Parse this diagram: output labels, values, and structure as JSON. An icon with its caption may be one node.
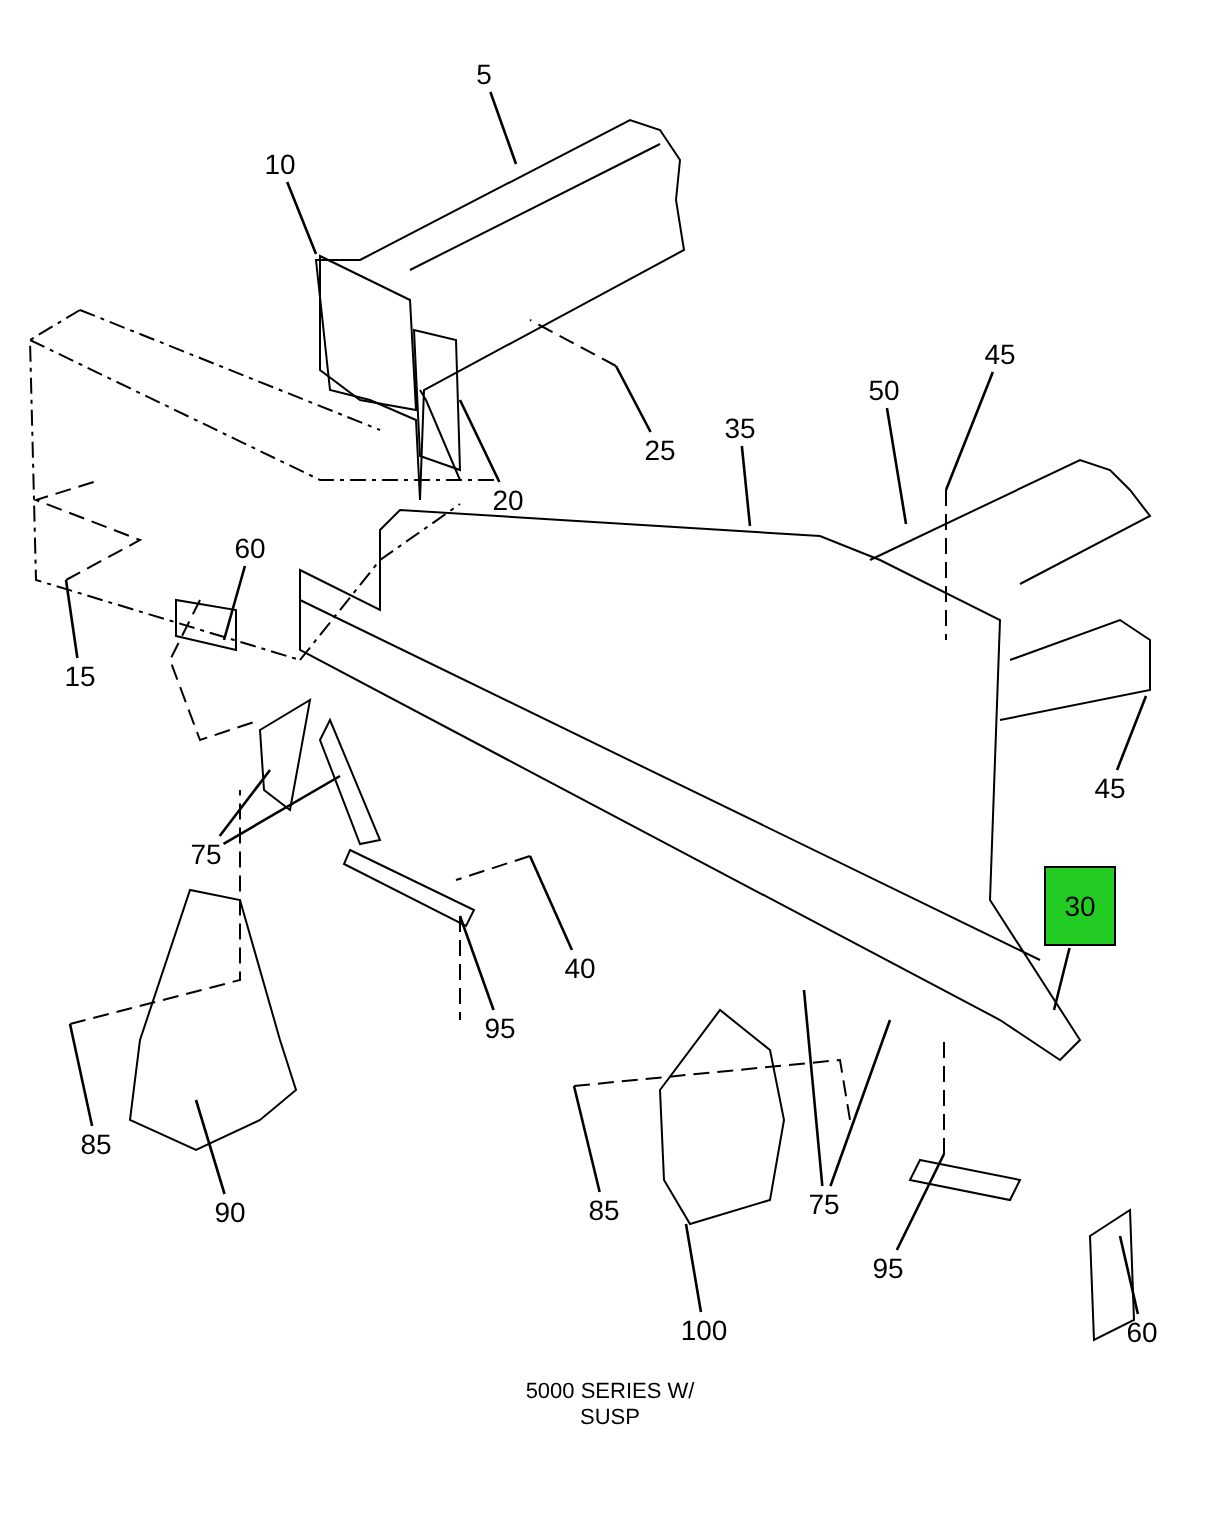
{
  "diagram": {
    "caption": "5000 SERIES W/ SUSP",
    "nodes": [
      {
        "text": [
          "5"
        ]
      },
      {
        "text": [
          "10"
        ]
      },
      {
        "text": [
          "45"
        ]
      },
      {
        "text": [
          "50"
        ]
      },
      {
        "text": [
          "35"
        ]
      },
      {
        "text": [
          "25"
        ]
      },
      {
        "text": [
          "20"
        ]
      },
      {
        "text": [
          "60"
        ]
      },
      {
        "text": [
          "15"
        ]
      },
      {
        "text": [
          "45"
        ]
      },
      {
        "text": [
          "75"
        ]
      },
      {
        "text": [
          "30"
        ]
      },
      {
        "text": [
          "40"
        ]
      },
      {
        "text": [
          "95"
        ]
      },
      {
        "text": [
          "85"
        ]
      },
      {
        "text": [
          "90"
        ]
      },
      {
        "text": [
          "85"
        ]
      },
      {
        "text": [
          "75"
        ]
      },
      {
        "text": [
          "95"
        ]
      },
      {
        "text": [
          "100"
        ]
      },
      {
        "text": [
          "60"
        ]
      }
    ],
    "edges": [
      {
        "from": 0,
        "to": null,
        "arrow": "none"
      },
      {
        "from": 1,
        "to": null,
        "arrow": "none"
      },
      {
        "from": 2,
        "to": null,
        "arrow": "none"
      },
      {
        "from": 3,
        "to": null,
        "arrow": "none"
      },
      {
        "from": 4,
        "to": null,
        "arrow": "none"
      },
      {
        "from": 5,
        "to": null,
        "arrow": "none"
      },
      {
        "from": 6,
        "to": null,
        "arrow": "none"
      },
      {
        "from": 7,
        "to": null,
        "arrow": "none"
      },
      {
        "from": 8,
        "to": null,
        "arrow": "none"
      },
      {
        "from": 9,
        "to": null,
        "arrow": "none"
      },
      {
        "from": 10,
        "to": null,
        "arrow": "none"
      },
      {
        "from": 10,
        "to": null,
        "arrow": "none"
      },
      {
        "from": 11,
        "to": null,
        "arrow": "none"
      },
      {
        "from": 12,
        "to": null,
        "arrow": "none"
      },
      {
        "from": 13,
        "to": null,
        "arrow": "none"
      },
      {
        "from": 14,
        "to": null,
        "arrow": "none"
      },
      {
        "from": 15,
        "to": null,
        "arrow": "none"
      },
      {
        "from": 16,
        "to": null,
        "arrow": "none"
      },
      {
        "from": 17,
        "to": null,
        "arrow": "none"
      },
      {
        "from": 17,
        "to": null,
        "arrow": "none"
      },
      {
        "from": 18,
        "to": null,
        "arrow": "none"
      },
      {
        "from": 19,
        "to": null,
        "arrow": "none"
      },
      {
        "from": 20,
        "to": null,
        "arrow": "none"
      }
    ]
  }
}
